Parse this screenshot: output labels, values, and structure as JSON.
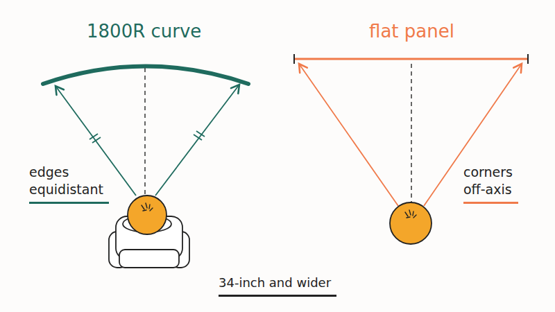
{
  "diagram": {
    "caption": "34-inch and wider",
    "labels": [
      "1800R curve",
      "flat panel",
      "edges equidistant",
      "corners off-axis"
    ]
  }
}
